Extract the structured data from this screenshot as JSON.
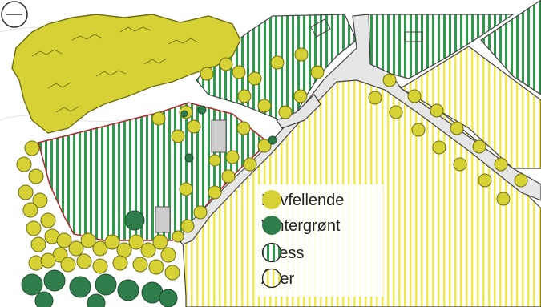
{
  "colors": {
    "deciduous": "#d6d236",
    "deciduous_stroke": "#6f6d10",
    "evergreen": "#2e7d4a",
    "grass_stripe": "#2d9a4c",
    "field_stripe": "#f2e84a",
    "road": "#e6e6e6",
    "road_edge": "#444444",
    "property_line": "#b3262e"
  },
  "legend": {
    "items": [
      {
        "label": "Løvfellende",
        "symbol": "circle-deciduous"
      },
      {
        "label": "Vintergrønt",
        "symbol": "circle-evergreen"
      },
      {
        "label": "Gress",
        "symbol": "striped-green"
      },
      {
        "label": "Åker",
        "symbol": "striped-yellow"
      }
    ]
  },
  "icons": {
    "compass": "north-arrow-icon"
  }
}
